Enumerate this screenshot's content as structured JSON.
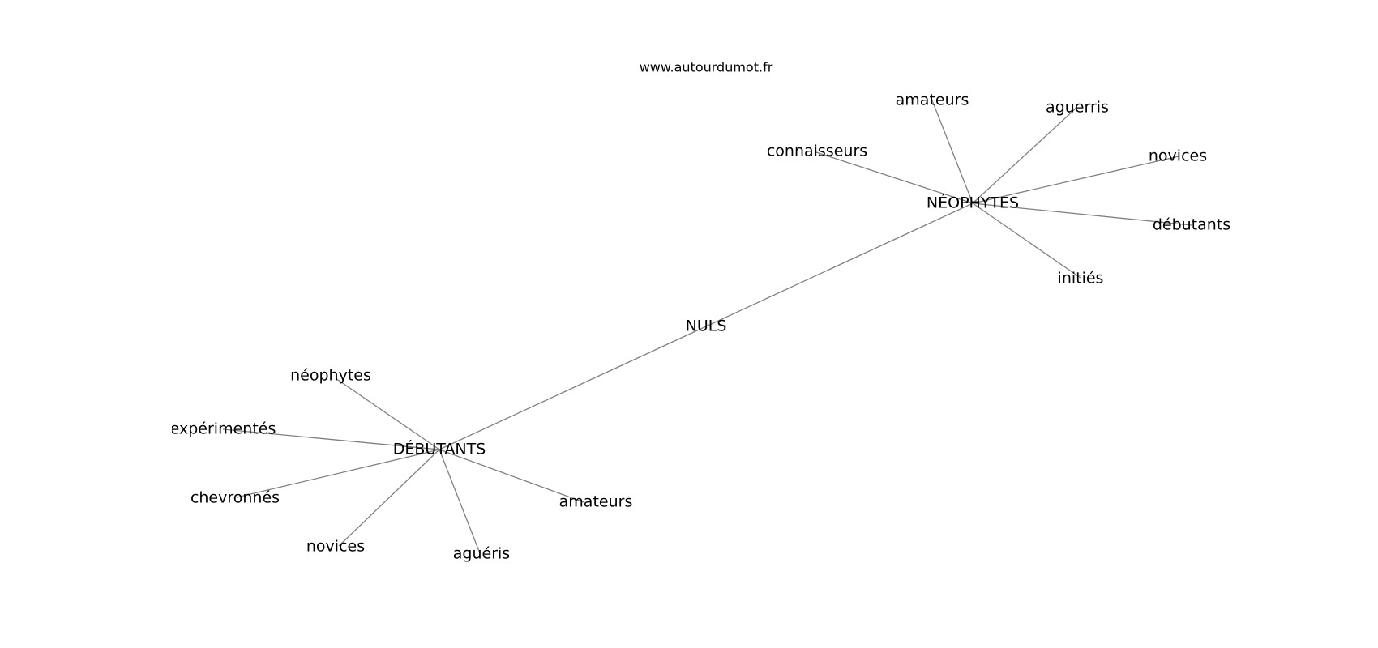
{
  "credit": "www.autourdumot.fr",
  "colors": {
    "edge": "#808080",
    "text": "#000000",
    "background": "#ffffff"
  },
  "nodes": {
    "center": {
      "label": "NULS"
    },
    "debutants": {
      "label": "DÉBUTANTS"
    },
    "neophytes": {
      "label": "NÉOPHYTES"
    },
    "debutants_children": [
      {
        "label": "néophytes"
      },
      {
        "label": "expérimentés"
      },
      {
        "label": "chevronnés"
      },
      {
        "label": "novices"
      },
      {
        "label": "aguéris"
      },
      {
        "label": "amateurs"
      }
    ],
    "neophytes_children": [
      {
        "label": "connaisseurs"
      },
      {
        "label": "amateurs"
      },
      {
        "label": "aguerris"
      },
      {
        "label": "novices"
      },
      {
        "label": "débutants"
      },
      {
        "label": "initiés"
      }
    ]
  }
}
